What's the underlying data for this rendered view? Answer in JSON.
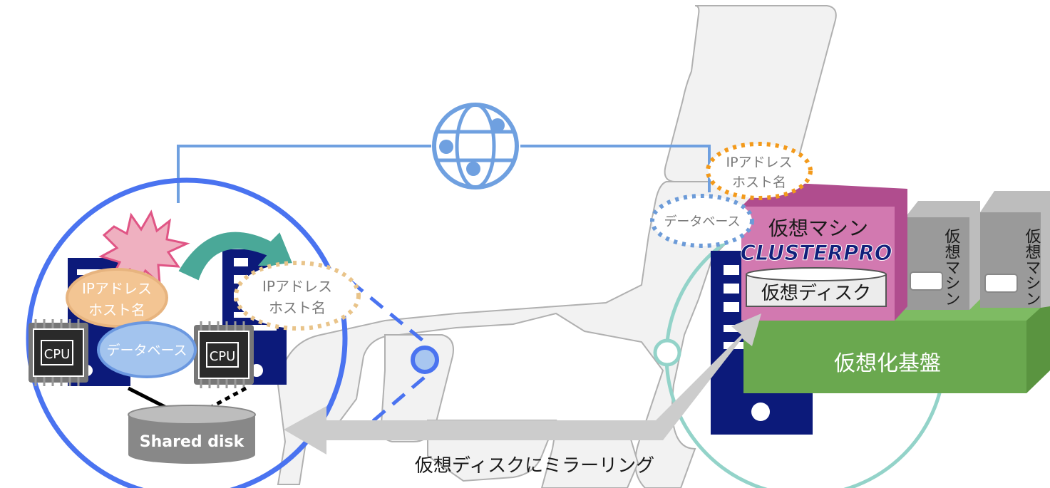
{
  "left_site": {
    "failed_ip_label": [
      "IPアドレス",
      "ホスト名"
    ],
    "moved_ip_label": [
      "IPアドレス",
      "ホスト名"
    ],
    "database_label": "データベース",
    "cpu_left": "CPU",
    "cpu_right": "CPU",
    "shared_disk_label": "Shared disk"
  },
  "right_site": {
    "ip_label": [
      "IPアドレス",
      "ホスト名"
    ],
    "database_label": "データベース",
    "vm_main_label": "仮想マシン",
    "product_logo": "CLUSTERPRO",
    "virtual_disk_label": "仮想ディスク",
    "vm_second_label": "仮想マシン",
    "vm_third_label": "仮想マシン",
    "virtualization_base_label": "仮想化基盤"
  },
  "mirroring_caption": "仮想ディスクにミラーリング",
  "colors": {
    "left_circle": "#4a73f0",
    "network_line": "#6fa0e0",
    "right_circle": "#93d3c9",
    "server": "#0c1a7a",
    "vm_pink": "#d279b0",
    "base_green": "#6aa84f",
    "arrow_gray": "#cfcfcf",
    "map_fill": "#f2f2f2",
    "ip_left_fill": "#f3c593",
    "ip_orange_dots": "#f39a1b",
    "ip_tan_dots": "#e9c48a",
    "db_blue_dots": "#6c9bd8"
  }
}
